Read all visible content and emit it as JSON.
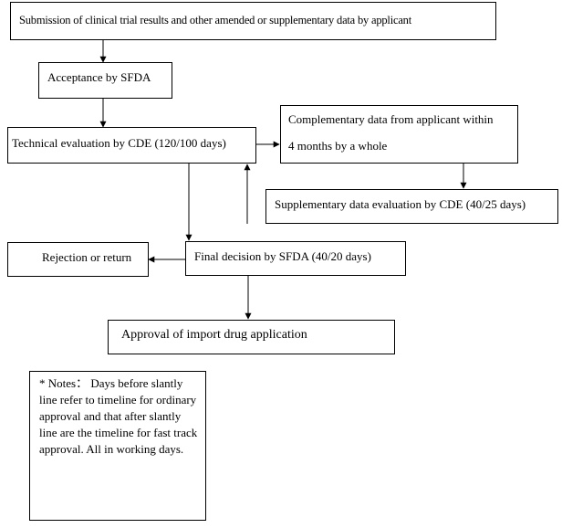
{
  "diagram": {
    "submission": "Submission of clinical trial results and other amended or supplementary data by applicant",
    "acceptance": "Acceptance by SFDA",
    "technical_evaluation": "Technical evaluation by CDE (120/100 days)",
    "complementary_line1": "Complementary data from applicant within",
    "complementary_line2": "4 months by a whole",
    "supplementary_evaluation": "Supplementary data evaluation by CDE (40/25 days)",
    "final_decision": "Final decision by SFDA (40/20 days)",
    "rejection": "Rejection or return",
    "approval": "Approval of import drug application",
    "notes": "* Notes：   Days before slantly line refer to timeline for ordinary approval and that after slantly line are the timeline for fast track approval. All in working days."
  }
}
